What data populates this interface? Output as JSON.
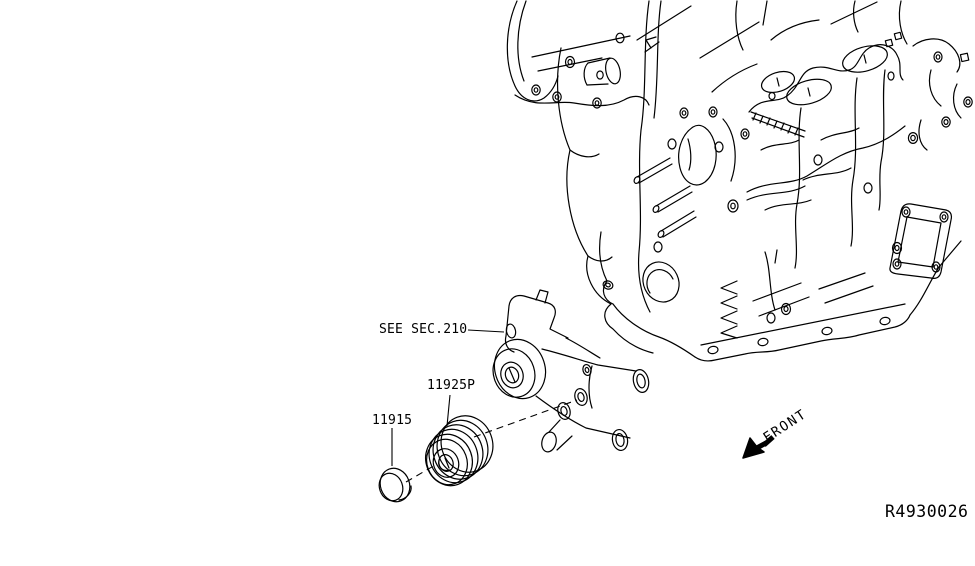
{
  "diagram": {
    "figure_ref": "R4930026",
    "orientation_label": "FRONT",
    "callouts": [
      {
        "id": "see-sec-210",
        "text": "SEE SEC.210",
        "type": "cross-reference"
      },
      {
        "id": "11925P",
        "text": "11925P",
        "type": "part-number"
      },
      {
        "id": "11915",
        "text": "11915",
        "type": "part-number"
      }
    ],
    "icons": {
      "front_arrow": "arrow-pointing-down-left"
    },
    "colors": {
      "line": "#000000",
      "background": "#ffffff"
    }
  }
}
